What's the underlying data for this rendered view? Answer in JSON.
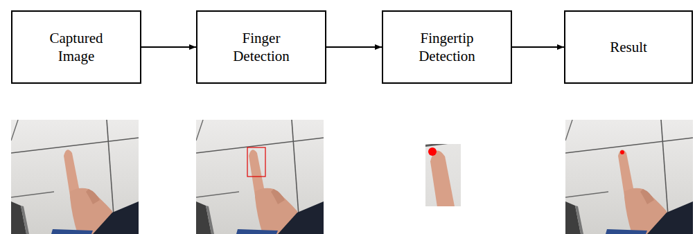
{
  "diagram": {
    "nodes": [
      {
        "text": [
          "Captured Image"
        ]
      },
      {
        "text": [
          "Finger Detection"
        ]
      },
      {
        "text": [
          "Fingertip Detection"
        ]
      },
      {
        "text": [
          "Result"
        ]
      }
    ],
    "edges": [
      {
        "from": 0,
        "to": 1,
        "arrow": "to"
      },
      {
        "from": 1,
        "to": 2,
        "arrow": "to"
      },
      {
        "from": 2,
        "to": 3,
        "arrow": "to"
      }
    ]
  }
}
